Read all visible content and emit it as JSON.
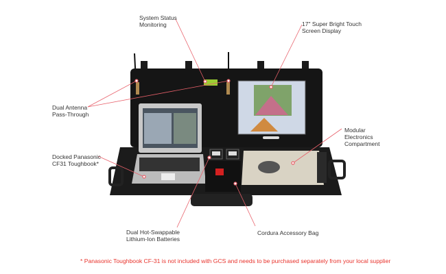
{
  "callouts": {
    "system_status": [
      "System Status",
      "Monitoring"
    ],
    "touch_screen": [
      "17\" Super Bright Touch",
      "Screen Display"
    ],
    "antenna": [
      "Dual Antenna",
      "Pass-Through"
    ],
    "modular": [
      "Modular",
      "Electronics",
      "Compartment"
    ],
    "laptop": [
      "Docked Panasonic",
      "CF31 Toughbook*"
    ],
    "batteries": [
      "Dual Hot-Swappable",
      "Lithium-Ion Batteries"
    ],
    "bag": [
      "Cordura Accessory Bag"
    ]
  },
  "footnote": "* Panasonic Toughbook CF-31 is not included with GCS and needs to be purchased separately from your local supplier",
  "colors": {
    "leader": "#e8606a",
    "footnote": "#e8322b",
    "case": "#151515"
  }
}
